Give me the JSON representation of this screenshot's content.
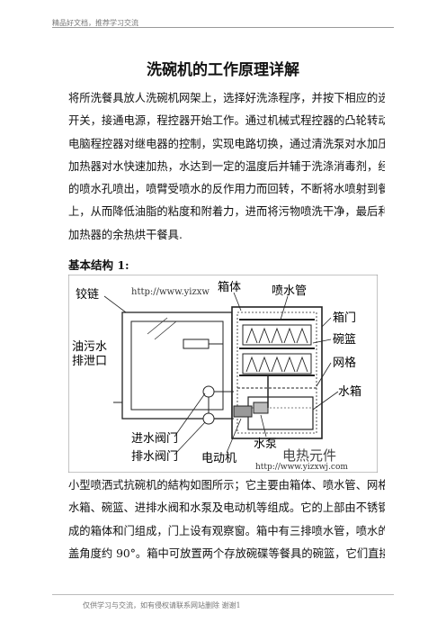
{
  "header": {
    "note": "精品好文档，推荐学习交流"
  },
  "title": "洗碗机的工作原理详解",
  "intro_lines": [
    "将所洗餐具放人洗碗机网架上，选择好洗涤程序，并按下相应的选择",
    "开关，接通电源，程控器开始工作。通过机械式程控器的凸轮转动或",
    "电脑程控器对继电器的控制，实现电路切换，通过清洗泵对水加压，",
    "加热器对水快速加热，水达到一定的温度后并辅于洗涤消毒剂，经喷臂",
    "的喷水孔喷出，喷臂受喷水的反作用力而回转，不断将水喷射到餐具",
    "上，从而降低油脂的粘度和附着力，进而将污物喷洗干净，最后利用",
    "加热器的余热烘干餐具."
  ],
  "section_title": "基本结构 1:",
  "figure": {
    "labels": {
      "hinge": "铰链",
      "cabinet": "箱体",
      "spray_pipe": "喷水管",
      "door": "箱门",
      "basket": "碗篮",
      "grid": "网格",
      "drain_outlet": [
        "油污水",
        "排泄口"
      ],
      "water_tank": "水箱",
      "inlet_valve": "进水阀门",
      "drain_valve": "排水阀门",
      "pump": "水泵",
      "motor": "电动机",
      "watermark_url_top": "http://www.yizxw",
      "watermark_url_bottom": "http://www.yizxwj.com",
      "watermark_brand": "电热元件"
    }
  },
  "body_lines": [
    "小型喷洒式抗碗机的結构如图所示；它主要由箱体、喷水管、网格、",
    "水箱、碗篮、进排水阀和水泵及电动机等组成。它的上部由不锈钢制",
    "成的箱体和门组成，门上设有观察窗。箱中有三排喷水管，喷水的喷",
    "盖角度约 90°。箱中可放置两个存放碗碟等餐具的碗篮，它们直接"
  ],
  "footer": {
    "note": "仅供学习与交流，如有侵权请联系网站删除  谢谢1"
  }
}
